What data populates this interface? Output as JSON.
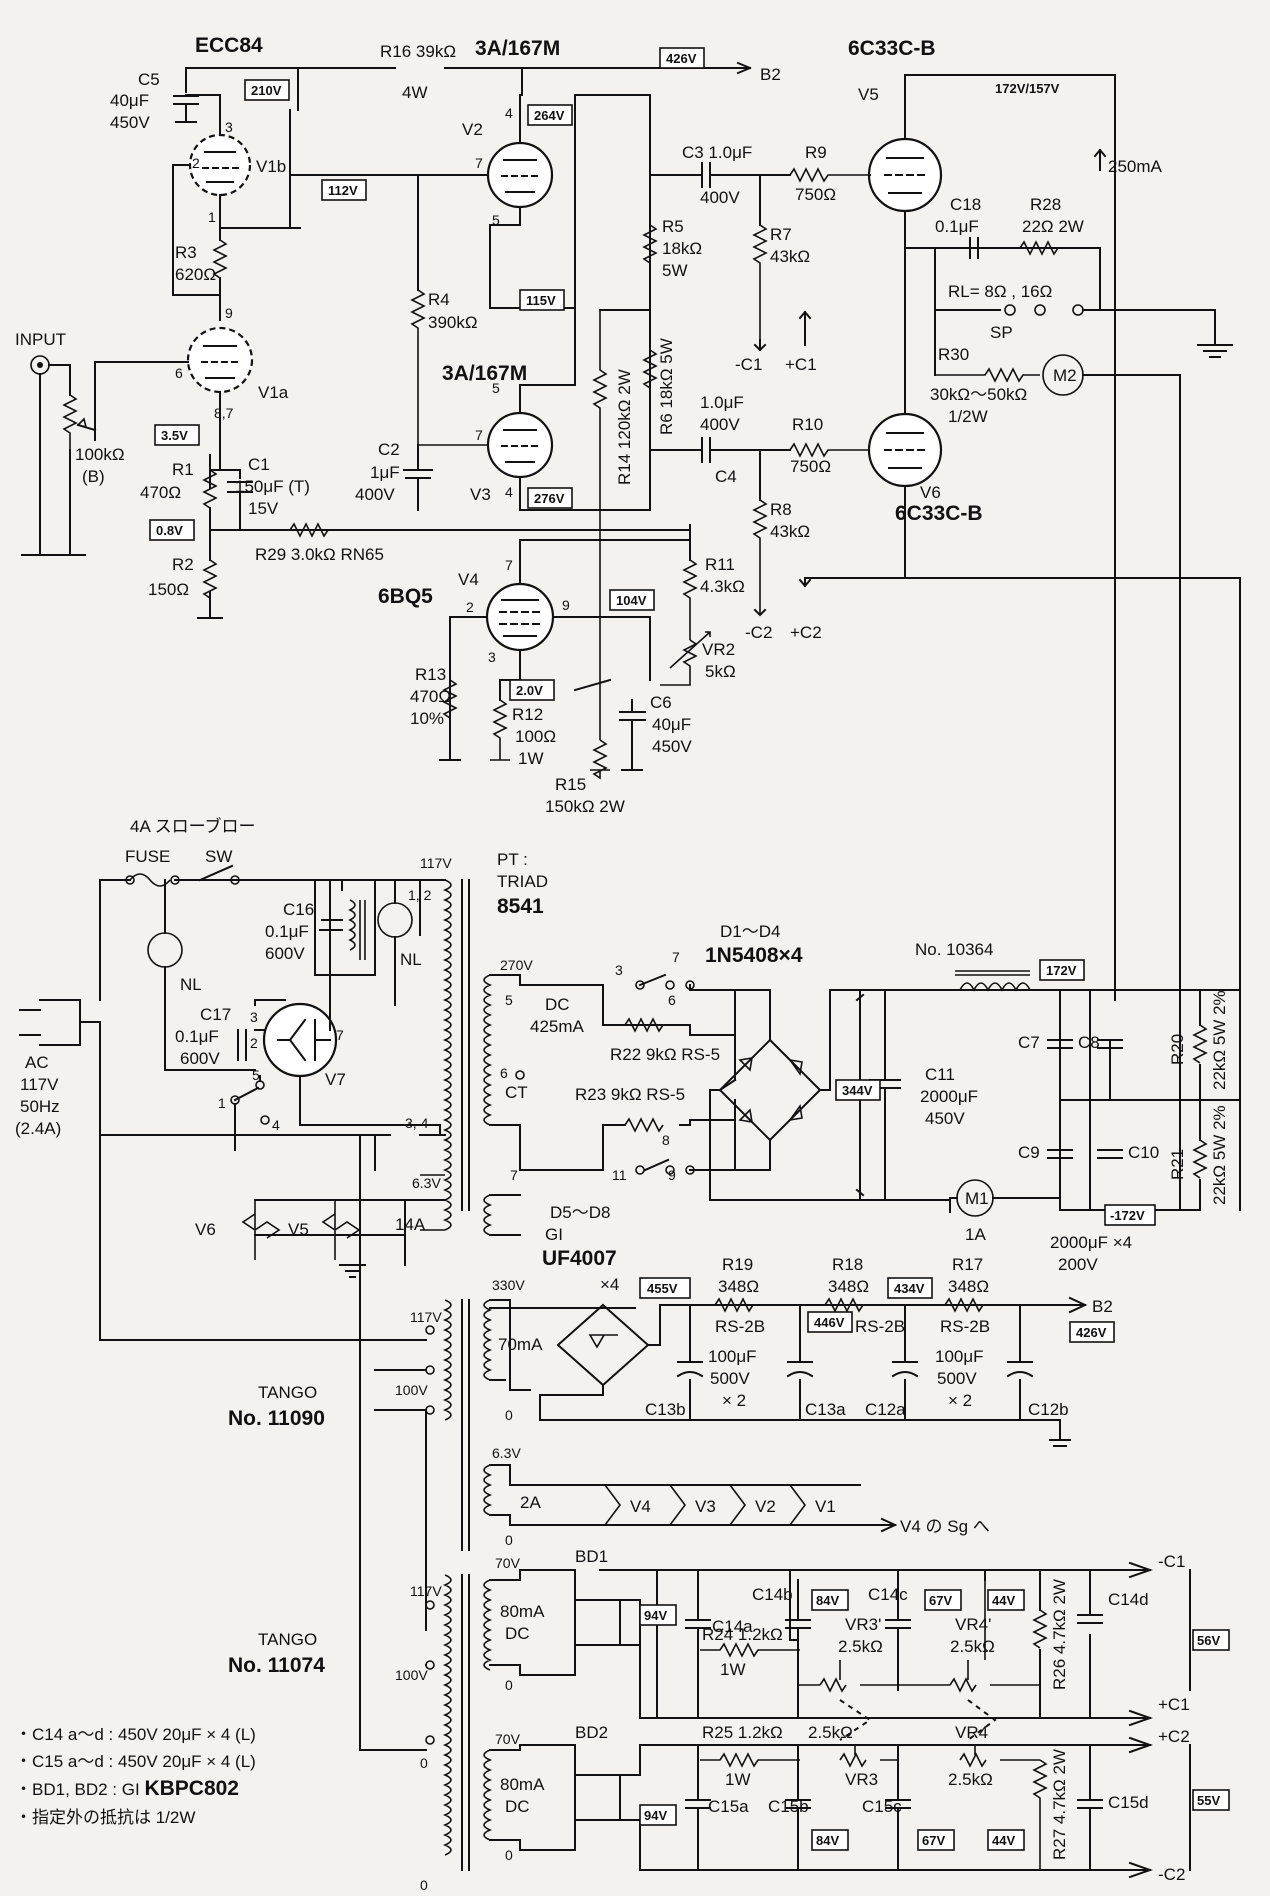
{
  "tubes": {
    "v1b_type": "ECC84",
    "v1b": "V1b",
    "v1a": "V1a",
    "v2_type": "3A/167M",
    "v2": "V2",
    "v3_type": "3A/167M",
    "v3": "V3",
    "v4_type": "6BQ5",
    "v4": "V4",
    "v5_type": "6C33C-B",
    "v5": "V5",
    "v6_type": "6C33C-B",
    "v6": "V6",
    "v7": "V7"
  },
  "pins": [
    "3",
    "2",
    "1",
    "9",
    "6",
    "8,7",
    "4",
    "7",
    "5",
    "5",
    "7",
    "4",
    "7",
    "2",
    "3",
    "9"
  ],
  "voltages": {
    "v210": "210V",
    "v426a": "426V",
    "v264": "264V",
    "v112": "112V",
    "v115": "115V",
    "v276": "276V",
    "v3_5": "3.5V",
    "v0_8": "0.8V",
    "v104": "104V",
    "v2_0": "2.0V",
    "v172b": "172V/157V",
    "v172": "172V",
    "v344": "344V",
    "vm172": "-172V",
    "v455": "455V",
    "v446": "446V",
    "v434": "434V",
    "v426b": "426V",
    "v94a": "94V",
    "v84a": "84V",
    "v67a": "67V",
    "v44a": "44V",
    "v56": "56V",
    "v94b": "94V",
    "v84b": "84V",
    "v67b": "67V",
    "v44b": "44V",
    "v55": "55V"
  },
  "labels": {
    "c5": "C5",
    "c5v": "40μF",
    "c5w": "450V",
    "r16": "R16 39kΩ",
    "r16w": "4W",
    "b2": "B2",
    "c3": "C3 1.0μF",
    "c3w": "400V",
    "r9": "R9",
    "r9v": "750Ω",
    "r3": "R3",
    "r3v": "620Ω",
    "r5": "R5",
    "r5v": "18kΩ",
    "r5w": "5W",
    "r7": "R7",
    "r7v": "43kΩ",
    "r4": "R4",
    "r4v": "390kΩ",
    "ma250": "250mA",
    "c18": "C18",
    "c18v": "0.1μF",
    "r28": "R28",
    "r28v": "22Ω 2W",
    "rl": "RL= 8Ω , 16Ω",
    "sp": "SP",
    "input": "INPUT",
    "pot": "100kΩ",
    "potb": "(B)",
    "mc1": "-C1",
    "pc1": "+C1",
    "r30": "R30",
    "r30v": "30kΩ～50kΩ",
    "r30w": "1/2W",
    "m2": "M2",
    "r14": "R14 120kΩ 2W",
    "r6": "R6 18kΩ 5W",
    "c4v": "1.0μF",
    "c4w": "400V",
    "c4": "C4",
    "r10": "R10",
    "r10v": "750Ω",
    "c2": "C2",
    "c2v": "1μF",
    "c2w": "400V",
    "r1": "R1",
    "r1v": "470Ω",
    "c1": "C1",
    "c1v": "150μF (T)",
    "c1w": "15V",
    "r8": "R8",
    "r8v": "43kΩ",
    "r29": "R29 3.0kΩ RN65",
    "r2": "R2",
    "r2v": "150Ω",
    "r11": "R11",
    "r11v": "4.3kΩ",
    "mc2": "-C2",
    "pc2": "+C2",
    "vr2": "VR2",
    "vr2v": "5kΩ",
    "r13": "R13",
    "r13v": "470Ω",
    "r13w": "10%",
    "r12": "R12",
    "r12v": "100Ω",
    "r12w": "1W",
    "c6": "C6",
    "c6v": "40μF",
    "c6w": "450V",
    "r15": "R15",
    "r15v": "150kΩ 2W",
    "slowblow": "4A スローブロー",
    "fuse": "FUSE",
    "sw": "SW",
    "v117a": "117V",
    "p12": "1, 2",
    "pt": "PT :",
    "triad": "TRIAD",
    "pt_no": "8541",
    "c16": "C16",
    "c16v": "0.1μF",
    "c16w": "600V",
    "nl": "NL",
    "nl2": "NL",
    "d14": "D1～D4",
    "d14t": "1N5408×4",
    "no10364": "No. 10364",
    "v270": "270V",
    "tp5": "5",
    "dc": "DC",
    "dc_ma": "425mA",
    "sw3": "3",
    "sw7": "7",
    "sw6": "6",
    "r22": "R22 9kΩ RS-5",
    "ac": "AC",
    "ac_v": "117V",
    "ac_hz": "50Hz",
    "ac_a": "(2.4A)",
    "c17": "C17",
    "c17v": "0.1μF",
    "c17w": "600V",
    "k3": "3",
    "k2": "2",
    "k7": "7",
    "k5": "5",
    "k1": "1",
    "k4": "4",
    "p34": "3, 4",
    "ct6": "6",
    "ct": "CT",
    "c11": "C11",
    "c11v": "2000μF",
    "c11w": "450V",
    "c7": "C7",
    "c8": "C8",
    "c9": "C9",
    "c10": "C10",
    "r20": "R20",
    "r20v": "22kΩ 5W 2%",
    "r21": "R21",
    "r21v": "22kΩ 5W 2%",
    "r23": "R23 9kΩ RS-5",
    "sw8": "8",
    "sw11": "11",
    "sw9": "9",
    "tp7": "7",
    "v63a": "6.3V",
    "h14a": "14A",
    "v6h": "V6",
    "v5h": "V5",
    "m1": "M1",
    "m1a": "1A",
    "c4x": "2000μF ×4",
    "c4xw": "200V",
    "d58": "D5～D8",
    "gi": "GI",
    "uf": "UF4007",
    "x4": "×4",
    "v330": "330V",
    "ma70": "70mA",
    "z0a": "0",
    "r19": "R19",
    "r19v": "348Ω",
    "r19t": "RS-2B",
    "r18": "R18",
    "r18v": "348Ω",
    "r18t": "RS-2B",
    "r17": "R17",
    "r17v": "348Ω",
    "r17t": "RS-2B",
    "c13v": "100μF",
    "c13w": "500V",
    "c13x": "× 2",
    "c12v": "100μF",
    "c12w": "500V",
    "c12x": "× 2",
    "c13b": "C13b",
    "c13a": "C13a",
    "c12a": "C12a",
    "c12b": "C12b",
    "b2b": "B2",
    "v117b": "117V",
    "v100a": "100V",
    "tango1": "TANGO",
    "tango1n": "No. 11090",
    "v63b": "6.3V",
    "h2a": "2A",
    "z0b": "0",
    "hv4": "V4",
    "hv3": "V3",
    "hv2": "V2",
    "hv1": "V1",
    "sg": "V4 の Sg へ",
    "v70a": "70V",
    "ma80a": "80mA",
    "dca": "DC",
    "bd1": "BD1",
    "v117c": "117V",
    "v100b": "100V",
    "tango2": "TANGO",
    "tango2n": "No. 11074",
    "z0c": "0",
    "z0d": "0",
    "c14a": "C14a",
    "c14b": "C14b",
    "c14c": "C14c",
    "c14d": "C14d",
    "r24": "R24 1.2kΩ",
    "r24w": "1W",
    "vr3p": "VR3'",
    "vr3pv": "2.5kΩ",
    "vr4p": "VR4'",
    "vr4pv": "2.5kΩ",
    "r26": "R26 4.7kΩ 2W",
    "c1n": "-C1",
    "c1p": "+C1",
    "c2p": "+C2",
    "c2n": "-C2",
    "v70b": "70V",
    "ma80b": "80mA",
    "dcb": "DC",
    "bd2": "BD2",
    "r25": "R25 1.2kΩ",
    "r25w": "1W",
    "vr3v": "2.5kΩ",
    "vr3": "VR3",
    "vr4": "VR4",
    "vr4v": "2.5kΩ",
    "r27": "R27 4.7kΩ 2W",
    "c15a": "C15a",
    "c15b": "C15b",
    "c15c": "C15c",
    "c15d": "C15d",
    "z0e": "0",
    "z0f": "0"
  },
  "notes": {
    "n1": "・C14 a～d : 450V 20μF × 4 (L)",
    "n2": "・C15 a～d : 450V 20μF × 4 (L)",
    "n3a": "・BD1, BD2 : GI ",
    "n3b": "KBPC802",
    "n4": "・指定外の抵抗は 1/2W"
  }
}
